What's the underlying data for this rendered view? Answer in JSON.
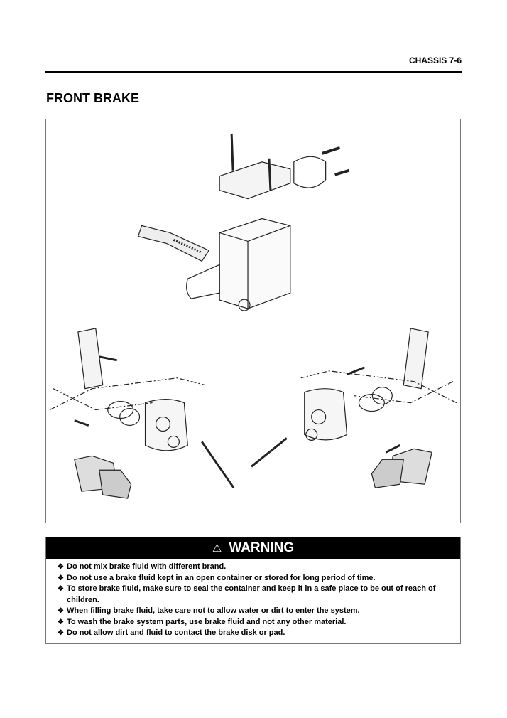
{
  "header": {
    "section": "CHASSIS  7-6"
  },
  "title": "FRONT BRAKE",
  "diagram": {
    "icon": "front-brake-exploded-view"
  },
  "warning": {
    "icon": "⚠",
    "heading": "WARNING",
    "bullet": "❖",
    "items": [
      "Do not mix brake fluid with different brand.",
      "Do not use a brake fluid kept in an open container or stored for long period of time.",
      "To store brake fluid, make sure to seal the container and keep it in a safe place to be out of reach of children.",
      "When filling brake fluid, take care not to allow water or dirt to enter the system.",
      "To wash the brake system parts, use brake fluid and not any other material.",
      "Do not allow dirt and fluid to contact the brake disk or pad."
    ]
  }
}
